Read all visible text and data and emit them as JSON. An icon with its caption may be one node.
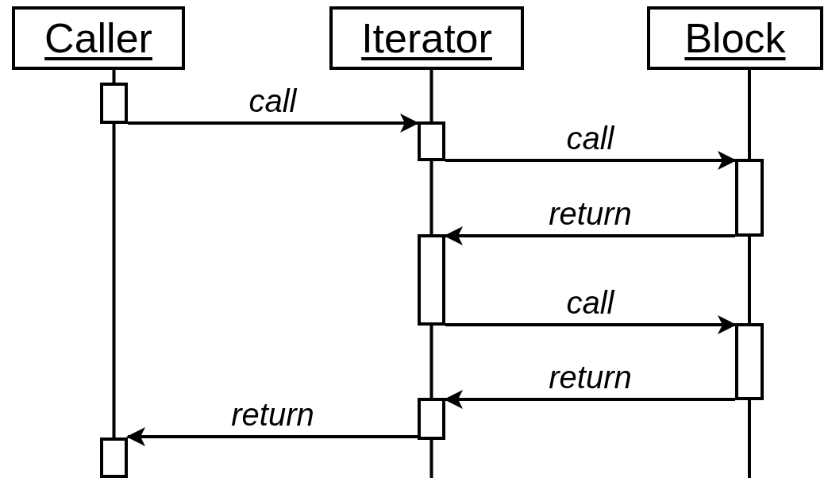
{
  "diagram": {
    "nodes": [
      {
        "text": [
          "Caller"
        ]
      },
      {
        "text": [
          "Iterator"
        ]
      },
      {
        "text": [
          "Block"
        ]
      },
      {
        "text": [],
        "shape": "bar"
      },
      {
        "text": [],
        "shape": "bar"
      },
      {
        "text": [],
        "shape": "bar"
      },
      {
        "text": [],
        "shape": "bar"
      },
      {
        "text": [],
        "shape": "bar"
      },
      {
        "text": [],
        "shape": "bar"
      },
      {
        "text": [],
        "shape": "bar"
      }
    ],
    "edges": [
      {
        "from": 3,
        "to": 4,
        "arrow": "to",
        "label": "call"
      },
      {
        "from": 4,
        "to": 5,
        "arrow": "to",
        "label": "call"
      },
      {
        "from": 5,
        "to": 6,
        "arrow": "to",
        "label": "return"
      },
      {
        "from": 6,
        "to": 7,
        "arrow": "to",
        "label": "call"
      },
      {
        "from": 7,
        "to": 8,
        "arrow": "to",
        "label": "return"
      },
      {
        "from": 8,
        "to": 9,
        "arrow": "to",
        "label": "return"
      },
      {
        "from": 0,
        "to": 3,
        "arrow": "none"
      },
      {
        "from": 3,
        "to": 9,
        "arrow": "none"
      },
      {
        "from": 1,
        "to": 4,
        "arrow": "none"
      },
      {
        "from": 4,
        "to": 6,
        "arrow": "none"
      },
      {
        "from": 6,
        "to": 8,
        "arrow": "none"
      },
      {
        "from": 8,
        "to": null,
        "arrow": "none"
      },
      {
        "from": 2,
        "to": 5,
        "arrow": "none"
      },
      {
        "from": 5,
        "to": 7,
        "arrow": "none"
      },
      {
        "from": 7,
        "to": null,
        "arrow": "none"
      }
    ]
  }
}
